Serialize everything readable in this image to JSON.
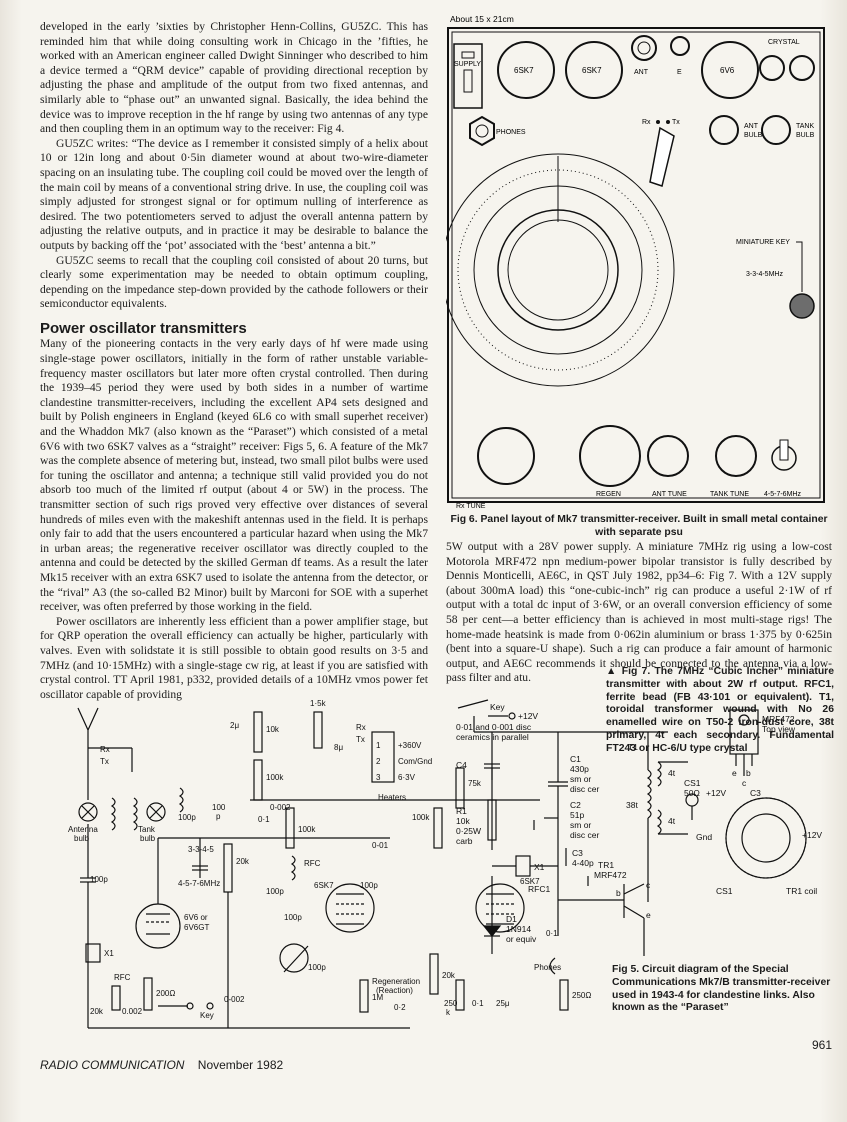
{
  "article": {
    "para1": "developed in the early ’sixties by Christopher Henn-Collins, GU5ZC. This has reminded him that while doing consulting work in Chicago in the ’fifties, he worked with an American engineer called Dwight Sinninger who described to him a device termed a “QRM device” capable of providing directional reception by adjusting the phase and amplitude of the output from two fixed antennas, and similarly able to “phase out” an unwanted signal. Basically, the idea behind the device was to improve reception in the hf range by using two antennas of any type and then coupling them in an optimum way to the receiver: Fig 4.",
    "para2": "GU5ZC writes: “The device as I remember it consisted simply of a helix about 10 or 12in long and about 0·5in diameter wound at about two-wire-diameter spacing on an insulating tube. The coupling coil could be moved over the length of the main coil by means of a conventional string drive. In use, the coupling coil was simply adjusted for strongest signal or for optimum nulling of interference as desired. The two potentiometers served to adjust the overall antenna pattern by adjusting the relative outputs, and in practice it may be desirable to balance the outputs by backing off the ‘pot’ associated with the ‘best’ antenna a bit.”",
    "para3": "GU5ZC seems to recall that the coupling coil consisted of about 20 turns, but clearly some experimentation may be needed to obtain optimum coupling, depending on the impedance step-down provided by the cathode followers or their semiconductor equivalents.",
    "heading": "Power oscillator transmitters",
    "para4": "Many of the pioneering contacts in the very early days of hf were made using single-stage power oscillators, initially in the form of rather unstable variable-frequency master oscillators but later more often crystal controlled. Then during the 1939–45 period they were used by both sides in a number of wartime clandestine transmitter-receivers, including the excellent AP4 sets designed and built by Polish engineers in England (keyed 6L6 co with small superhet receiver) and the Whaddon Mk7 (also known as the “Paraset”) which consisted of a metal 6V6 with two 6SK7 valves as a “straight” receiver: Figs 5, 6. A feature of the Mk7 was the complete absence of metering but, instead, two small pilot bulbs were used for tuning the oscillator and antenna; a technique still valid provided you do not absorb too much of the limited rf output (about 4 or 5W) in the process. The transmitter section of such rigs proved very effective over distances of several hundreds of miles even with the makeshift antennas used in the field. It is perhaps only fair to add that the users encountered a particular hazard when using the Mk7 in urban areas; the regenerative receiver oscillator was directly coupled to the antenna and could be detected by the skilled German df teams. As a result the later Mk15 receiver with an extra 6SK7 used to isolate the antenna from the detector, or the “rival” A3 (the so-called B2 Minor) built by Marconi for SOE with a superhet receiver, was often preferred by those working in the field.",
    "para5": "Power oscillators are inherently less efficient than a power amplifier stage, but for QRP operation the overall efficiency can actually be higher, particularly with valves. Even with solidstate it is still possible to obtain good results on 3·5 and 7MHz (and 10·15MHz) with a single-stage cw rig, at least if you are satisfied with crystal control. TT April 1981, p332, provided details of a 10MHz vmos power fet oscillator capable of providing",
    "para6": "5W output with a 28V power supply. A miniature 7MHz rig using a low-cost Motorola MRF472 npn medium-power bipolar transistor is fully described by Dennis Monticelli, AE6C, in QST July 1982, pp34–6: Fig 7. With a 12V supply (about 300mA load) this “one-cubic-inch” rig can produce a useful 2·1W of rf output with a total dc input of 3·6W, or an overall conversion efficiency of some 58 per cent—a better efficiency than is achieved in most multi-stage rigs! The home-made heatsink is made from 0·062in aluminium or brass 1·375 by 0·625in (bent into a square-U shape). Such a rig can produce a fair amount of harmonic output, and AE6C recommends it should be connected to the antenna via a low-pass filter and atu."
  },
  "fig6": {
    "size_note": "About 15 x 21cm",
    "supply": "SUPPLY",
    "v1": "6SK7",
    "v2": "6SK7",
    "ant": "ANT",
    "e": "E",
    "v3": "6V6",
    "crystal": "CRYSTAL",
    "phones": "PHONES",
    "rx": "Rx",
    "tx": "Tx",
    "ant_bulb_1": "ANT",
    "ant_bulb_2": "BULB",
    "tank_bulb_1": "TANK",
    "tank_bulb_2": "BULB",
    "mini_key": "MINIATURE KEY",
    "band": "3-3-4-5MHz",
    "regen": "REGEN",
    "ant_tune": "ANT TUNE",
    "tank_tune": "TANK TUNE",
    "band2": "4-5-7-6MHz",
    "rx_tune": "Rx TUNE",
    "caption": "Fig 6. Panel layout of Mk7 transmitter-receiver. Built in small metal container with separate psu"
  },
  "fig7": {
    "key": "Key",
    "v12": "+12V",
    "caps_note_1": "0·01 and 0·001 disc",
    "caps_note_2": "ceramics in parallel",
    "t1": "T1",
    "c4": "C4",
    "c1": "C1",
    "c1v": "430p",
    "c1t": "sm or",
    "c1t2": "disc cer",
    "c2": "C2",
    "c2v": "51p",
    "c2t": "sm or",
    "c2t2": "disc cer",
    "t38": "38t",
    "t4a": "4t",
    "t4b": "4t",
    "cs1": "CS1",
    "cs1v": "50Ω",
    "r1": "R1",
    "r1v": "10k",
    "r1w": "0·25W",
    "r1c": "carb",
    "x1": "X1",
    "c3": "C3",
    "c3v": "4-40p",
    "tr1": "TR1",
    "mrf": "MRF472",
    "rfc1": "RFC1",
    "d1": "D1",
    "d1v": "1N914",
    "d1e": "or equiv",
    "b": "b",
    "c": "c",
    "e": "e",
    "mrf_top_1": "MRF472",
    "mrf_top_2": "Top view",
    "pin_e": "e",
    "pin_b": "b",
    "pin_c": "c",
    "p12": "+12V",
    "c3b": "C3",
    "p12b": "+12V",
    "gnd": "Gnd",
    "cs1b": "CS1",
    "tr1coil": "TR1 coil",
    "caption": "▲ Fig 7. The 7MHz “Cubic Incher” miniature transmitter with about 2W rf output. RFC1, ferrite bead (FB 43·101 or equivalent). T1, toroidal transformer wound with No 26 enamelled wire on T50-2 iron-dust core, 38t primary, 4t each secondary. Fundamental FT243 or HC-6/U type crystal"
  },
  "fig5": {
    "rx": "Rx",
    "tx": "Tx",
    "antenna_bulb_1": "Antenna",
    "antenna_bulb_2": "bulb",
    "tank_bulb_1": "Tank",
    "tank_bulb_2": "bulb",
    "c100p": "100p",
    "c100p2": "100",
    "c100p2b": "p",
    "band1": "3-3-4-5",
    "band2": "4-5-7-6MHz",
    "v6v6_1": "6V6 or",
    "v6v6_2": "6V6GT",
    "c100p3": "100p",
    "rfc": "RFC",
    "x1": "X1",
    "r20k": "20k",
    "c0002": "0.002",
    "r200": "200Ω",
    "key": "Key",
    "c0002b": "0-002",
    "r20k2": "20k",
    "c01": "0·1",
    "c0002c": "0-002",
    "c100pd": "100p",
    "c2u": "2μ",
    "r10k": "10k",
    "r100k": "100k",
    "r15k": "1·5k",
    "c8u": "8μ",
    "rx2": "Rx",
    "tx2": "Tx",
    "s1": "1",
    "s2": "2",
    "s3": "3",
    "hv": "+360V",
    "comgnd": "Com/Gnd",
    "h63": "6·3V",
    "heaters": "Heaters",
    "r100k2": "100k",
    "r100k3": "100k",
    "r75k": "75k",
    "rfc2": "RFC",
    "c001": "0-01",
    "sk1": "6SK7",
    "c100pe": "100p",
    "sk2": "6SK7",
    "c01b": "0·1",
    "c100pf": "100p",
    "c100pg": "100p",
    "r1m": "1M",
    "regen1": "Regeneration",
    "regen2": "(Reaction)",
    "c02": "0·2",
    "r20k3": "20k",
    "r250k": "250",
    "r250kb": "k",
    "c01c": "0·1",
    "c25u": "25μ",
    "phones": "Phones",
    "r250": "250Ω",
    "caption": "Fig 5. Circuit diagram of the Special Communications Mk7/B transmitter-receiver used in 1943-4 for clandestine links. Also known as the “Paraset”"
  },
  "footer": {
    "magazine": "RADIO COMMUNICATION",
    "date": "November 1982",
    "page": "961"
  }
}
